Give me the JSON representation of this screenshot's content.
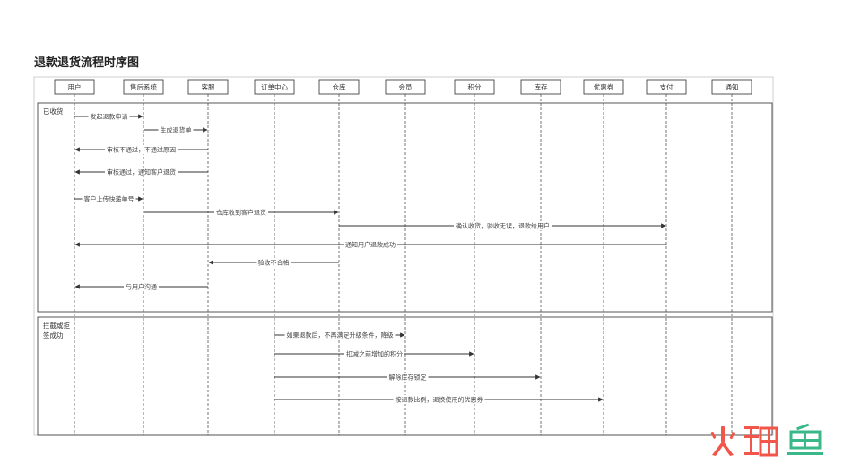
{
  "title": "退款退货流程时序图",
  "participants": [
    "用户",
    "售后系统",
    "客服",
    "订单中心",
    "仓库",
    "会员",
    "积分",
    "库存",
    "优惠券",
    "支付",
    "通知"
  ],
  "sections": [
    {
      "label_lines": [
        "已收货"
      ]
    },
    {
      "label_lines": [
        "拦截或拒",
        "签成功"
      ]
    }
  ],
  "messages": [
    {
      "from": 0,
      "to": 1,
      "label": "发起退款申请"
    },
    {
      "from": 1,
      "to": 2,
      "label": "生成退货单"
    },
    {
      "from": 2,
      "to": 0,
      "label": "审核不通过，不通过原因"
    },
    {
      "from": 2,
      "to": 0,
      "label": "审核通过，通知客户退货"
    },
    {
      "from": 0,
      "to": 1,
      "label": "客户上传快递单号"
    },
    {
      "from": 1,
      "to": 4,
      "label": "仓库收到客户退货"
    },
    {
      "from": 4,
      "to": 9,
      "label": "确认收货，验收无误，退款给用户"
    },
    {
      "from": 9,
      "to": 0,
      "label": "通知用户退款成功"
    },
    {
      "from": 4,
      "to": 2,
      "label": "验收不合格"
    },
    {
      "from": 2,
      "to": 0,
      "label": "与用户沟通"
    },
    {
      "from": 3,
      "to": 5,
      "label": "如果退款后，不再满足升级条件，降级"
    },
    {
      "from": 3,
      "to": 6,
      "label": "扣减之前增加的积分"
    },
    {
      "from": 3,
      "to": 7,
      "label": "解除库存锁定"
    },
    {
      "from": 3,
      "to": 8,
      "label": "按退款比例，退换使用的优惠券"
    }
  ],
  "watermark": {
    "text": "火鲤鱼",
    "color_red": "#f2564b",
    "color_green": "#3bb88a"
  }
}
